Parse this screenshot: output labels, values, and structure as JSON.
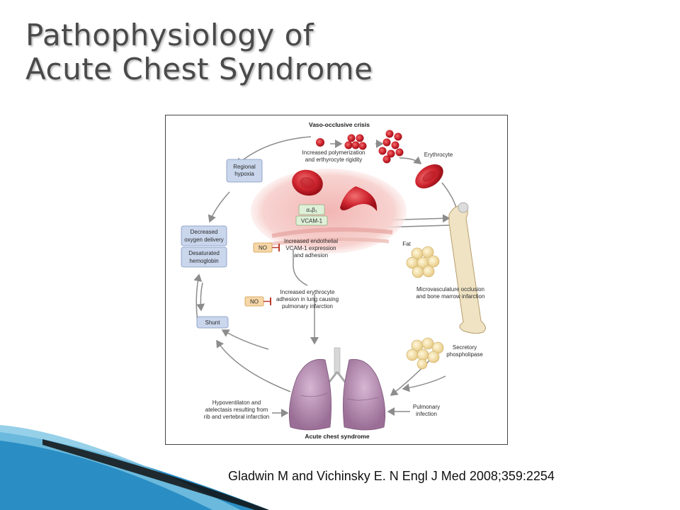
{
  "slide": {
    "title_line1": "Pathophysiology of",
    "title_line2": "Acute Chest Syndrome",
    "citation": "Gladwin M and Vichinsky E. N Engl J Med 2008;359:2254"
  },
  "diagram": {
    "top_label": "Vaso-occlusive crisis",
    "polymerization": [
      "Increased polymerization",
      "and erthyrocyte rigidity"
    ],
    "erythrocyte": "Erythrocyte",
    "regional_hypoxia": [
      "Regional",
      "hypoxia"
    ],
    "alpha_beta": "α₄β₁",
    "vcam": "VCAM-1",
    "decreased_oxygen": [
      "Decreased",
      "oxygen delivery"
    ],
    "desaturated": [
      "Desaturated",
      "hemoglobin"
    ],
    "no_1": "NO",
    "endothelial": [
      "Increased endothelial",
      "VCAM-1 expression",
      "and adhesion"
    ],
    "fat": "Fat",
    "no_2": "NO",
    "erythrocyte_adhesion": [
      "Increased erythrocyte",
      "adhesion in lung causing",
      "pulmonary infarction"
    ],
    "microvasculature": [
      "Microvasculature occlusion",
      "and bone marrow infarction"
    ],
    "shunt": "Shunt",
    "secretory": [
      "Secretory",
      "phospholipase"
    ],
    "hypoventilation": [
      "Hypoventilaton and",
      "atelectasis resulting from",
      "rib and vertebral infarction"
    ],
    "pulmonary_infection": [
      "Pulmonary",
      "infection"
    ],
    "acute_chest": "Acute chest syndrome"
  },
  "colors": {
    "title": "#4a4a4a",
    "blue_box": "#c9d6ec",
    "blue_box_border": "#7f95bf",
    "no_box": "#f6d7a8",
    "no_box_border": "#d49a4a",
    "rbc": "#c8202a",
    "arrow": "#8c8c8c",
    "lung": "#a07a9c",
    "swoosh": "#1f7fb5"
  }
}
